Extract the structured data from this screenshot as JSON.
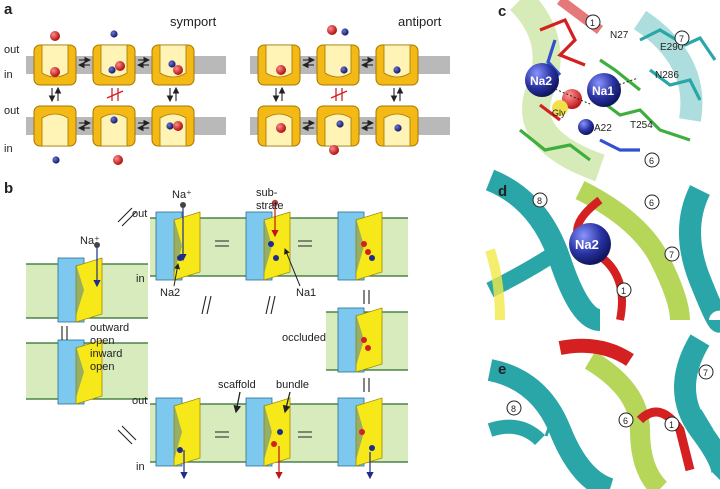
{
  "panels": {
    "a": {
      "label": "a",
      "symport_title": "symport",
      "antiport_title": "antiport",
      "out_label": "out",
      "in_label": "in"
    },
    "b": {
      "label": "b",
      "na_plus": "Na⁺",
      "na_plus_left": "Na⁺",
      "substrate_line1": "sub-",
      "substrate_line2": "strate",
      "out_label": "out",
      "in_label": "in",
      "na2": "Na2",
      "na1": "Na1",
      "outward_open_line1": "outward",
      "outward_open_line2": "open",
      "inward_open_line1": "inward",
      "inward_open_line2": "open",
      "occluded": "occluded",
      "scaffold": "scaffold",
      "bundle": "bundle"
    },
    "c": {
      "label": "c",
      "na1": "Na1",
      "na2": "Na2",
      "residues": [
        "N27",
        "E290",
        "N286",
        "T254",
        "A22",
        "Gly"
      ],
      "helix1": "1",
      "helix6": "6",
      "helix7": "7"
    },
    "d": {
      "label": "d",
      "na2": "Na2",
      "helix1": "1",
      "helix6": "6",
      "helix7": "7",
      "helix8": "8"
    },
    "e": {
      "label": "e",
      "helix1": "1",
      "helix6": "6",
      "helix7": "7",
      "helix8": "8"
    }
  },
  "colors": {
    "membrane": "#b9b9b9",
    "transporter": "#f5b915",
    "cavity": "#fff3b5",
    "red_ion": "#d42020",
    "blue_ion": "#1f2d8a",
    "scaffold": "#7cc8ee",
    "bundle": "#f7e81a",
    "lipid": "#d7ebbd",
    "helix_teal": "#2aa6a8",
    "helix_lime": "#b6d65a",
    "helix_red": "#d42020",
    "sphere_blue": "#27308f"
  }
}
